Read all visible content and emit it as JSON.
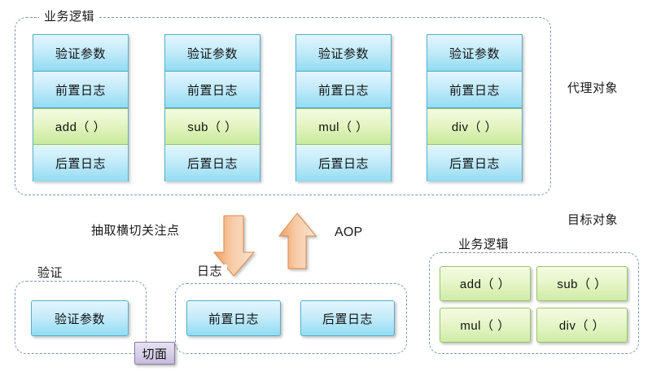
{
  "diagram": {
    "title_top_group": "业务逻辑",
    "labels": {
      "proxy_object": "代理对象",
      "target_object": "目标对象",
      "extract_crosscutting": "抽取横切关注点",
      "aop": "AOP",
      "validation_group": "验证",
      "log_group": "日志",
      "business_logic_group": "业务逻辑",
      "aspect_badge": "切面"
    },
    "proxy_columns": [
      {
        "name": "add",
        "cells": [
          {
            "text": "验证参数",
            "kind": "blue"
          },
          {
            "text": "前置日志",
            "kind": "blue"
          },
          {
            "text": "add（ ）",
            "kind": "green"
          },
          {
            "text": "后置日志",
            "kind": "blue"
          }
        ]
      },
      {
        "name": "sub",
        "cells": [
          {
            "text": "验证参数",
            "kind": "blue"
          },
          {
            "text": "前置日志",
            "kind": "blue"
          },
          {
            "text": "sub（ ）",
            "kind": "green"
          },
          {
            "text": "后置日志",
            "kind": "blue"
          }
        ]
      },
      {
        "name": "mul",
        "cells": [
          {
            "text": "验证参数",
            "kind": "blue"
          },
          {
            "text": "前置日志",
            "kind": "blue"
          },
          {
            "text": "mul（ ）",
            "kind": "green"
          },
          {
            "text": "后置日志",
            "kind": "blue"
          }
        ]
      },
      {
        "name": "div",
        "cells": [
          {
            "text": "验证参数",
            "kind": "blue"
          },
          {
            "text": "前置日志",
            "kind": "blue"
          },
          {
            "text": "div（ ）",
            "kind": "green"
          },
          {
            "text": "后置日志",
            "kind": "blue"
          }
        ]
      }
    ],
    "validation_boxes": [
      "验证参数"
    ],
    "log_boxes": [
      "前置日志",
      "后置日志"
    ],
    "target_methods": [
      "add（ ）",
      "sub（ ）",
      "mul（ ）",
      "div（ ）"
    ],
    "arrows": [
      {
        "name": "down-arrow",
        "direction": "down",
        "color": "#f3b183"
      },
      {
        "name": "up-arrow",
        "direction": "up",
        "color": "#f3b183"
      }
    ],
    "colors": {
      "blue_fill": "#93dcf2",
      "blue_border": "#57aecb",
      "green_fill": "#cfeca6",
      "green_border": "#9bc46a",
      "purple_fill": "#d7cfe8",
      "dashed_border": "#8193b8",
      "arrow_fill": "#f3b183"
    }
  }
}
